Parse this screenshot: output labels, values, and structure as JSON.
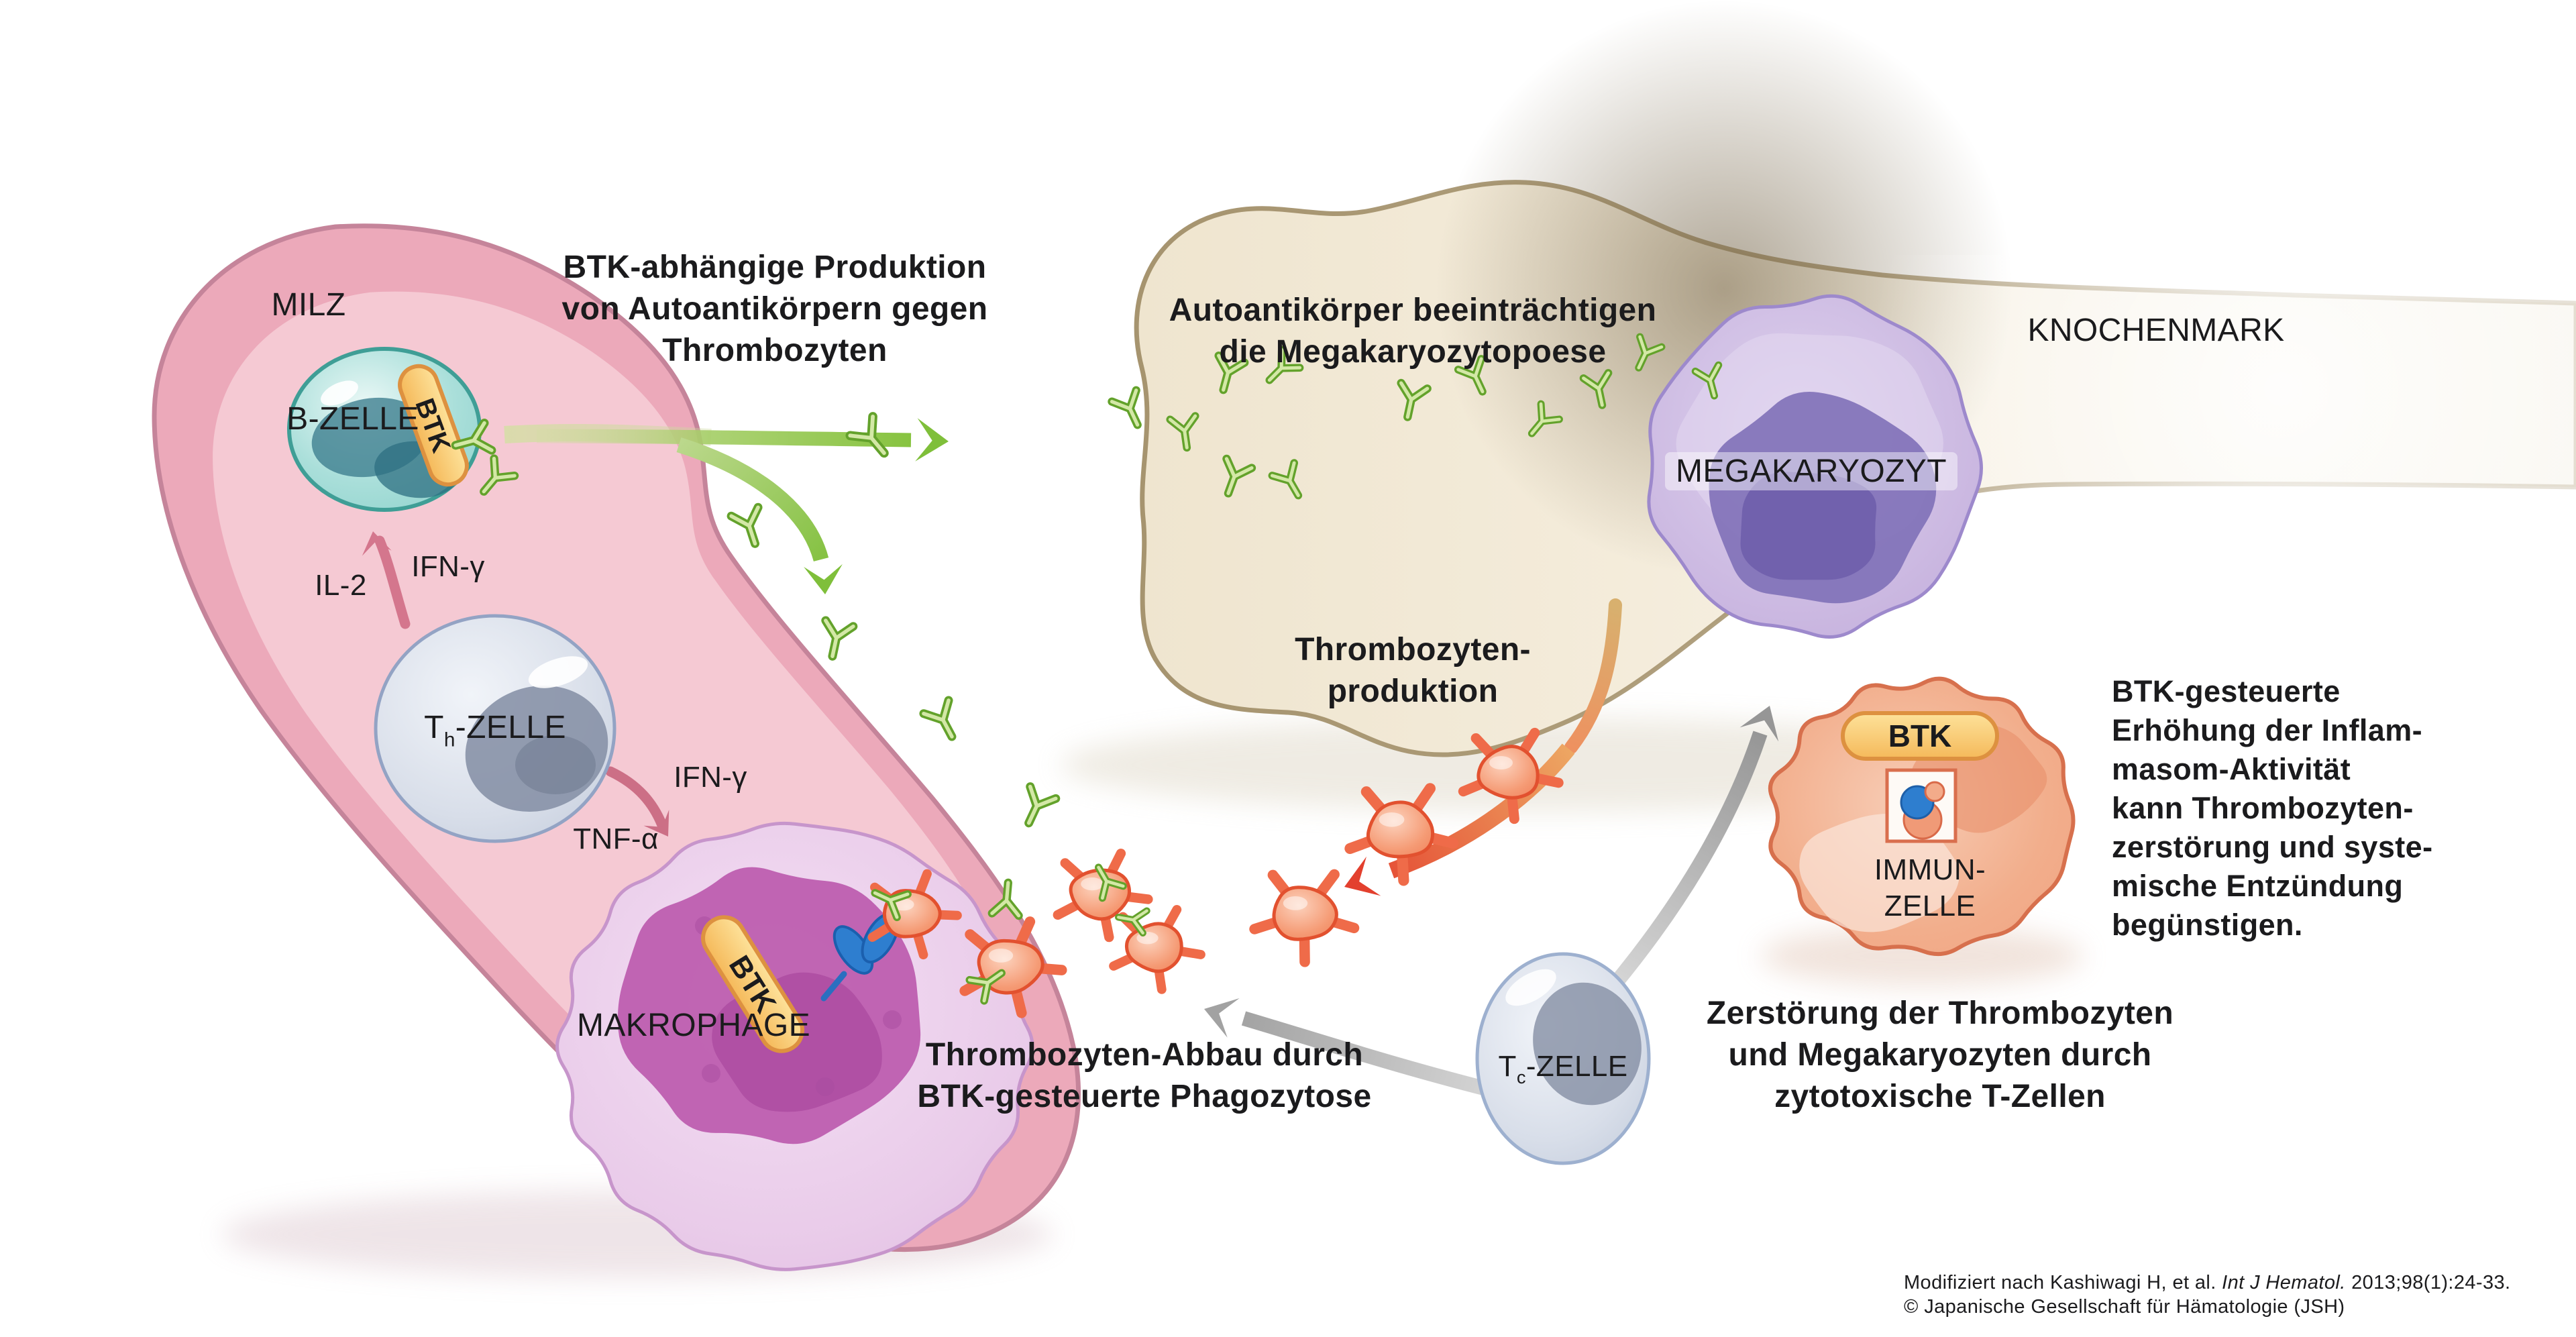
{
  "colors": {
    "antibody_green": "#8cc43e",
    "spleen_pink": "#eca9ba",
    "bone_cream": "#f2e8d4",
    "megakaryocyte_purple": "#cbb8e1",
    "macrophage_purple": "#e6c6e6",
    "immune_cell_orange": "#f2af8d",
    "btk_pill_yellow": "#f8c968",
    "platelet_red": "#f07e57",
    "arrow_red": "#e3402e",
    "arrow_gray": "#a0a0a0",
    "arrow_pink": "#d4768d",
    "text_black": "#1b1b1d"
  },
  "organs": {
    "spleen": "MILZ",
    "bone_marrow": "KNOCHENMARK"
  },
  "cells": {
    "b_cell": {
      "label": "B-ZELLE",
      "btk": "BTK"
    },
    "th_cell": {
      "pre": "T",
      "sub": "h",
      "post": "-ZELLE"
    },
    "tc_cell": {
      "pre": "T",
      "sub": "c",
      "post": "-ZELLE"
    },
    "macrophage": {
      "label": "MAKROPHAGE",
      "btk": "BTK"
    },
    "megakaryocyte": {
      "label": "MEGAKARYOZYT"
    },
    "immune_cell": {
      "label_line1": "IMMUN-",
      "label_line2": "ZELLE",
      "btk": "BTK"
    }
  },
  "cytokines": {
    "il2": "IL-2",
    "ifn_gamma_upper": "IFN-γ",
    "ifn_gamma_lower": "IFN-γ",
    "tnf_alpha": "TNF-α"
  },
  "annotations": {
    "autoantibody_production": {
      "line1": "BTK-abhängige Produktion",
      "line2": "von Autoantikörpern gegen",
      "line3": "Thrombozyten"
    },
    "megakaryopoiesis_impair": {
      "line1": "Autoantikörper beeinträchtigen",
      "line2": "die Megakaryozytopoese"
    },
    "platelet_production": {
      "line1": "Thrombozyten-",
      "line2": "produktion"
    },
    "platelet_phagocytosis": {
      "line1": "Thrombozyten-Abbau durch",
      "line2": "BTK-gesteuerte Phagozytose"
    },
    "tcell_destruction": {
      "line1": "Zerstörung der Thrombozyten",
      "line2": "und Megakaryozyten durch",
      "line3": "zytotoxische T-Zellen"
    },
    "inflammasome": {
      "line1": "BTK-gesteuerte",
      "line2": "Erhöhung der Inflam-",
      "line3": "masom-Aktivität",
      "line4": "kann Thrombozyten-",
      "line5": "zerstörung und syste-",
      "line6": "mische Entzündung",
      "line7": "begünstigen."
    }
  },
  "citation": {
    "prefix": "Modifiziert nach Kashiwagi H, et al. ",
    "source": "Int J Hematol.",
    "suffix": " 2013;98(1):24-33.",
    "copyright": "© Japanische Gesellschaft für Hämatologie (JSH)"
  }
}
